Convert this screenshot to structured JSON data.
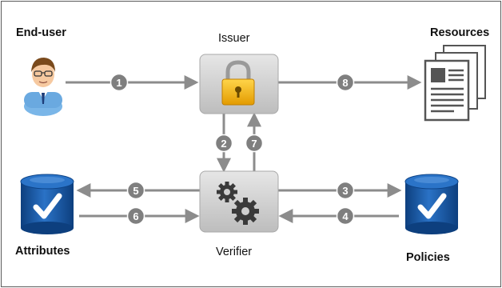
{
  "diagram": {
    "actors": {
      "end_user": "End-user",
      "issuer": "Issuer",
      "resources": "Resources",
      "attributes": "Attributes",
      "verifier": "Verifier",
      "policies": "Policies"
    },
    "steps": [
      "1",
      "2",
      "3",
      "4",
      "5",
      "6",
      "7",
      "8"
    ],
    "colors": {
      "arrow": "#8c8c8c",
      "step_badge": "#7f7f7f",
      "node_box": "#d4d4d4",
      "database_blue": "#1a56a0",
      "lock_gold": "#f2b705",
      "border": "#5a5a5a"
    },
    "icons": {
      "end_user": "user-avatar-icon",
      "issuer": "padlock-icon",
      "verifier": "gears-icon",
      "resources": "documents-icon",
      "attributes": "database-check-icon",
      "policies": "database-check-icon"
    }
  }
}
